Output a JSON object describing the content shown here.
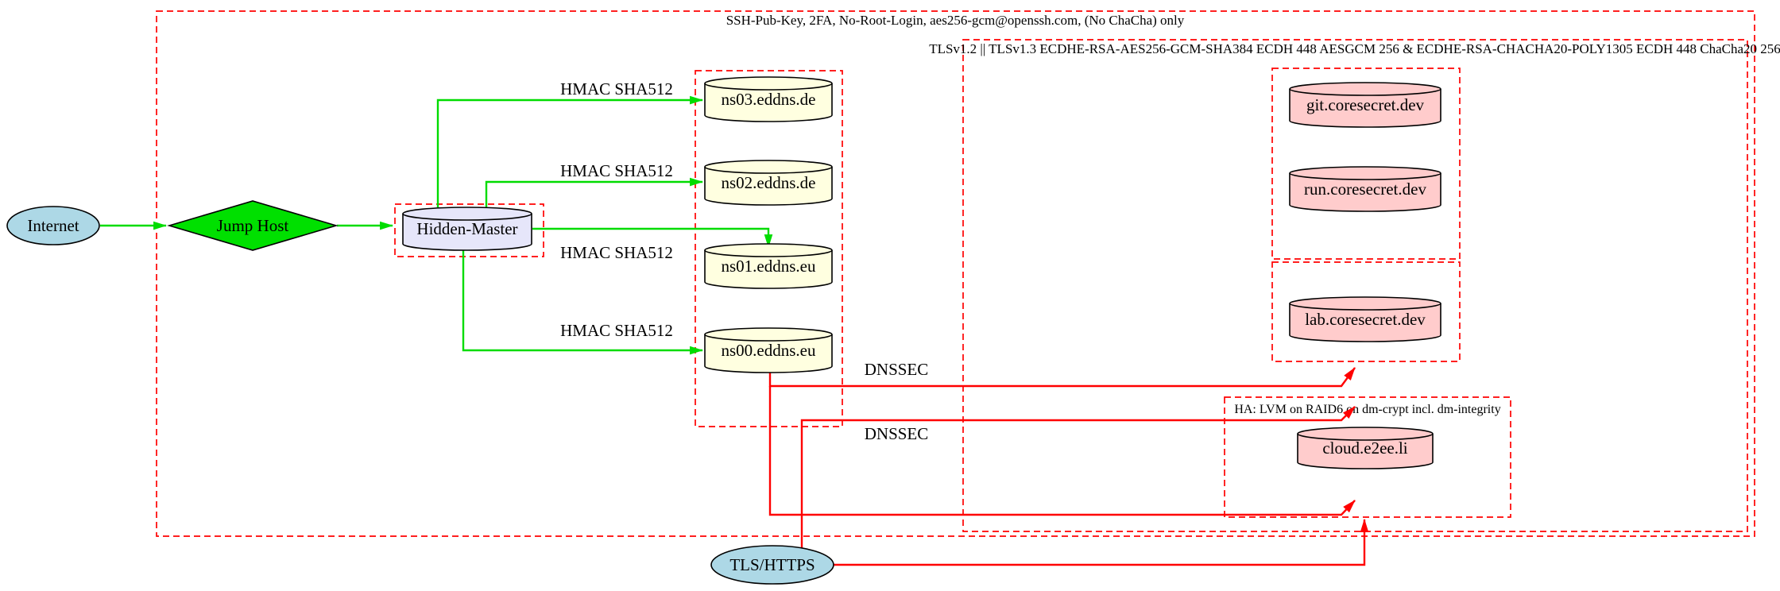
{
  "diagram": {
    "cluster_labels": {
      "outer_ssh": "SSH-Pub-Key, 2FA, No-Root-Login, aes256-gcm@openssh.com, (No ChaCha) only",
      "tls": "TLSv1.2 || TLSv1.3 ECDHE-RSA-AES256-GCM-SHA384 ECDH 448 AESGCM 256 & ECDHE-RSA-CHACHA20-POLY1305 ECDH 448 ChaCha20 256",
      "ha": "HA: LVM on RAID6 on dm-crypt incl. dm-integrity"
    },
    "nodes": {
      "internet": "Internet",
      "jump_host": "Jump Host",
      "hidden_master": "Hidden-Master",
      "ns03": "ns03.eddns.de",
      "ns02": "ns02.eddns.de",
      "ns01": "ns01.eddns.eu",
      "ns00": "ns00.eddns.eu",
      "git": "git.coresecret.dev",
      "run": "run.coresecret.dev",
      "lab": "lab.coresecret.dev",
      "cloud": "cloud.e2ee.li",
      "tls_https": "TLS/HTTPS"
    },
    "edge_labels": {
      "hmac": [
        "HMAC SHA512",
        "HMAC SHA512",
        "HMAC SHA512",
        "HMAC SHA512"
      ],
      "dnssec": [
        "DNSSEC",
        "DNSSEC"
      ]
    },
    "colors": {
      "cluster_border": "#ff0000",
      "edge_green": "#00dc00",
      "edge_red": "#ff0000",
      "diamond_fill": "#00e000",
      "node_blue": "#add8e6",
      "node_lavender": "#e6e6fa",
      "node_yellow": "#ffffe0",
      "node_pink": "#ffcccc"
    }
  }
}
